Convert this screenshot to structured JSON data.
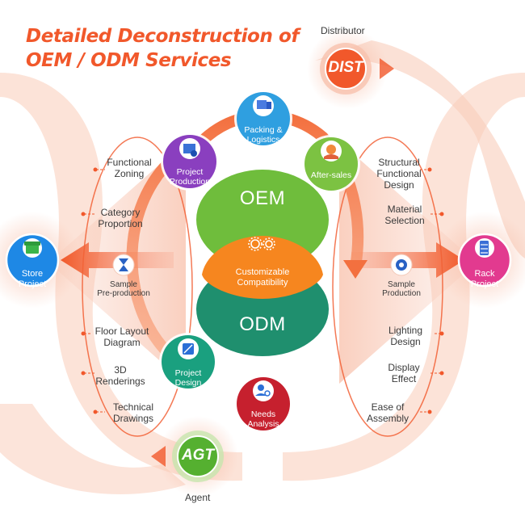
{
  "title": {
    "line1": "Detailed Deconstruction of",
    "line2": "OEM / ODM Services"
  },
  "distributor": {
    "label": "Distributor",
    "badge": "DIST"
  },
  "agent": {
    "label": "Agent",
    "badge": "AGT"
  },
  "center": {
    "oem": "OEM",
    "odm": "ODM",
    "overlap_line1": "Customizable",
    "overlap_line2": "Compatibility",
    "overlap_icon": "gears-icon"
  },
  "cycle": [
    {
      "id": "packing",
      "line1": "Packing &",
      "line2": "Logistics",
      "icon": "package-icon",
      "color": "#2f9fe0"
    },
    {
      "id": "after_sales",
      "line1": "After-sales",
      "line2": "",
      "icon": "support-agent-icon",
      "color": "#7cc242"
    },
    {
      "id": "project_production",
      "line1": "Project",
      "line2": "Production",
      "icon": "factory-gear-icon",
      "color": "#8a3fbf"
    },
    {
      "id": "project_design",
      "line1": "Project",
      "line2": "Design",
      "icon": "ruler-pencil-icon",
      "color": "#1aa07f"
    },
    {
      "id": "needs_analysis",
      "line1": "Needs",
      "line2": "Analysis",
      "icon": "user-search-icon",
      "color": "#c6202e"
    }
  ],
  "sides": {
    "store": {
      "line1": "Store",
      "line2": "Project",
      "icon": "storefront-icon",
      "color": "#1e88e5"
    },
    "rack": {
      "line1": "Rack",
      "line2": "Project",
      "icon": "rack-icon",
      "color": "#e23a8f"
    }
  },
  "samples": {
    "left": {
      "line1": "Sample",
      "line2": "Pre-production",
      "icon": "hourglass-icon"
    },
    "right": {
      "line1": "Sample",
      "line2": "Production",
      "icon": "gear-icon"
    }
  },
  "left_labels": [
    {
      "line1": "Functional",
      "line2": "Zoning"
    },
    {
      "line1": "Category",
      "line2": "Proportion"
    },
    {
      "line1": "Floor Layout",
      "line2": "Diagram"
    },
    {
      "line1": "3D",
      "line2": "Renderings"
    },
    {
      "line1": "Technical",
      "line2": "Drawings"
    }
  ],
  "right_labels": [
    {
      "line1": "Structural",
      "line2": "Functional",
      "line3": "Design"
    },
    {
      "line1": "Material",
      "line2": "Selection",
      "line3": ""
    },
    {
      "line1": "Lighting",
      "line2": "Design",
      "line3": ""
    },
    {
      "line1": "Display",
      "line2": "Effect",
      "line3": ""
    },
    {
      "line1": "Ease of",
      "line2": "Assembly",
      "line3": ""
    }
  ],
  "colors": {
    "accent": "#f1582b",
    "orange_ring": "#f07a3d",
    "oem_green": "#6fbd3c",
    "odm_teal": "#1f8f6e",
    "overlap_orange": "#f6861f"
  }
}
